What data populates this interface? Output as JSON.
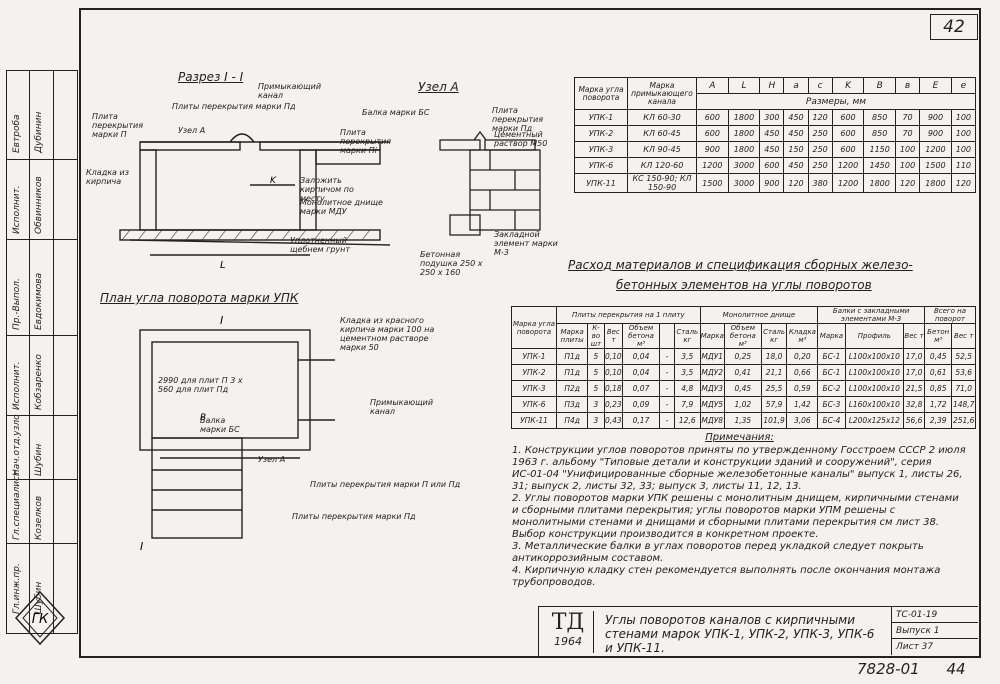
{
  "sheet_number": "42",
  "sidebar": {
    "rows": [
      {
        "role": "Гл.инж.пр.",
        "name": "Шубин"
      },
      {
        "role": "Гл.специалист",
        "name": "Козелков"
      },
      {
        "role": "Нач.отд.узло",
        "name": "Шубин"
      },
      {
        "role": "Исполнит.",
        "name": "Кобзаренко"
      },
      {
        "role": "Пр.-Выпол.",
        "name": "Евдокимова"
      },
      {
        "role": "Исполнит.",
        "name": "Обвинников"
      },
      {
        "role": "Евтроба",
        "name": "Дубинин"
      }
    ]
  },
  "drawings": {
    "section_title": "Разрез I - I",
    "node_title": "Узел А",
    "plan_title": "План угла поворота марки УПК",
    "labels": {
      "adj_channel": "Примыкающий канал",
      "slab_p": "Плита перекрытия марки П",
      "slabs_pd": "Плиты перекрытия марки Пд",
      "node_a": "Узел А",
      "brick_wall": "Кладка из кирпича",
      "lay_brick": "Заложить кирпичом по месту",
      "monolith": "Монолитное днище марки МДУ",
      "gravel": "Уплотненный щебнем грунт",
      "beam_bs": "Балка марки БС",
      "slab_pi": "Плита перекрытия марки Пi",
      "cement": "Цементный раствор М50",
      "slab_pi2": "Плита перекрытия марки Пд",
      "embed": "Закладной элемент марки М-3",
      "pad": "Бетонная подушка 250 x 250 x 160",
      "plan_brick": "Кладка из красного кирпича марки 100 на цементном растворе марки 50",
      "plan_adj": "Примыкающий канал",
      "plan_slab_note": "2990 для плит П 3 х 560 для плит Пд",
      "plan_beam": "Балка марки БС",
      "plan_node": "Узел А",
      "plan_slabs_p": "Плиты перекрытия марки П или Пд",
      "plan_slabs_pd": "Плиты перекрытия марки Пд"
    }
  },
  "table1": {
    "headers": [
      "Марка угла поворота",
      "Марка примыкающего канала",
      "А",
      "L",
      "H",
      "a",
      "c",
      "K",
      "B",
      "в",
      "E",
      "e"
    ],
    "subheader": "Размеры, мм",
    "rows": [
      [
        "УПК-1",
        "КЛ 60-30",
        "600",
        "1800",
        "300",
        "450",
        "120",
        "600",
        "850",
        "70",
        "900",
        "100"
      ],
      [
        "УПК-2",
        "КЛ 60-45",
        "600",
        "1800",
        "450",
        "450",
        "250",
        "600",
        "850",
        "70",
        "900",
        "100"
      ],
      [
        "УПК-3",
        "КЛ 90-45",
        "900",
        "1800",
        "450",
        "150",
        "250",
        "600",
        "1150",
        "100",
        "1200",
        "100"
      ],
      [
        "УПК-6",
        "КЛ 120-60",
        "1200",
        "3000",
        "600",
        "450",
        "250",
        "1200",
        "1450",
        "100",
        "1500",
        "110"
      ],
      [
        "УПК-11",
        "КС 150-90; КЛ 150-90",
        "1500",
        "3000",
        "900",
        "120",
        "380",
        "1200",
        "1800",
        "120",
        "1800",
        "120"
      ]
    ]
  },
  "materials_title": [
    "Расход материалов и спецификация сборных железо-",
    "бетонных элементов на углы поворотов"
  ],
  "table2": {
    "headers": [
      "Марка угла поворота",
      "Марка плиты",
      "К-во шт",
      "Вес т",
      "Объем бетона м³",
      "Сталь кг",
      "Марка",
      "Объем бетона м³",
      "Сталь кг",
      "Кладка м³",
      "Марка",
      "Профиль",
      "Вес т",
      "Бетон м³",
      "Вес т"
    ],
    "group_headers": [
      "Плиты перекрытия на 1 плиту",
      "Монолитное днище",
      "Балки с закладными элементами М-3",
      "Всего на поворот"
    ],
    "rows": [
      [
        "УПК-1",
        "П1д",
        "5",
        "0,10",
        "0,04",
        "-",
        "3,5",
        "МДУ1",
        "0,25",
        "18,0",
        "0,20",
        "БС-1",
        "L100х100х10",
        "17,0",
        "0,45",
        "52,5"
      ],
      [
        "УПК-2",
        "П1д",
        "5",
        "0,10",
        "0,04",
        "-",
        "3,5",
        "МДУ2",
        "0,41",
        "21,1",
        "0,66",
        "БС-1",
        "L100х100х10",
        "17,0",
        "0,61",
        "53,6"
      ],
      [
        "УПК-3",
        "П2д",
        "5",
        "0,18",
        "0,07",
        "-",
        "4,8",
        "МДУ3",
        "0,45",
        "25,5",
        "0,59",
        "БС-2",
        "L100х100х10",
        "21,5",
        "0,85",
        "71,0"
      ],
      [
        "УПК-6",
        "П3д",
        "3",
        "0,23",
        "0,09",
        "-",
        "7,9",
        "МДУ5",
        "1,02",
        "57,9",
        "1,42",
        "БС-3",
        "L160х100х10",
        "32,8",
        "1,72",
        "148,7"
      ],
      [
        "УПК-11",
        "П4д",
        "3",
        "0,43",
        "0,17",
        "-",
        "12,6",
        "МДУ8",
        "1,35",
        "101,9",
        "3,06",
        "БС-4",
        "L200х125х12",
        "56,6",
        "2,39",
        "251,6"
      ]
    ]
  },
  "notes": {
    "title": "Примечания:",
    "items": [
      "1. Конструкции углов поворотов приняты по утвержденному Госстроем СССР 2 июля 1963 г. альбому \"Типовые детали и конструкции зданий и сооружений\", серия ИС-01-04 \"Унифицированные сборные железобетонные каналы\" выпуск 1, листы 26, 31; выпуск 2, листы 32, 33; выпуск 3, листы 11, 12, 13.",
      "2. Углы поворотов марки УПК решены с монолитным днищем, кирпичными стенами и сборными плитами перекрытия; углы поворотов марки УПМ решены с монолитными стенами и днищами и сборными плитами перекрытия см лист 38. Выбор конструкции производится в конкретном проекте.",
      "3. Металлические балки в углах поворотов перед укладкой следует покрыть антикоррозийным составом.",
      "4. Кирпичную кладку стен рекомендуется выполнять после окончания монтажа трубопроводов."
    ]
  },
  "title_block": {
    "logo": "ТД",
    "year": "1964",
    "title": "Углы поворотов каналов с кирпичными стенами марок УПК-1, УПК-2, УПК-3, УПК-6 и УПК-11.",
    "series": "ТС-01-19",
    "issue": "Выпуск 1",
    "sheet": "Лист 37"
  },
  "bottom_code": "7828-01",
  "bottom_page": "44"
}
